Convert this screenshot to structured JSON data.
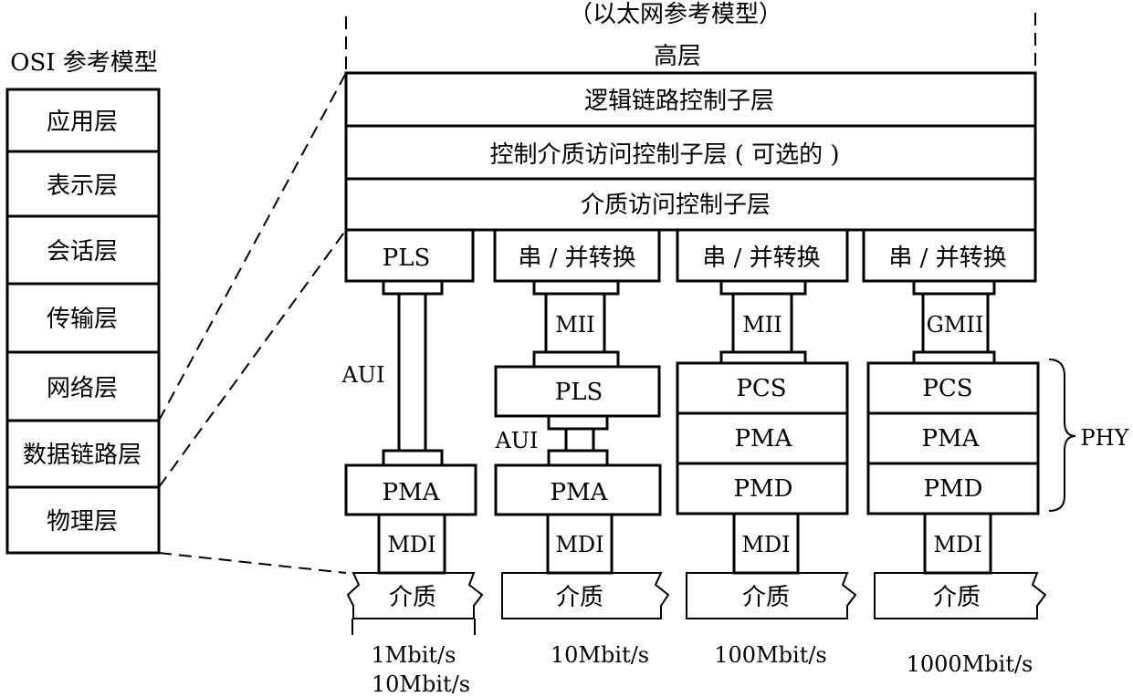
{
  "osi": {
    "title": "OSI 参考模型",
    "layers": [
      "应用层",
      "表示层",
      "会话层",
      "传输层",
      "网络层",
      "数据链路层",
      "物理层"
    ]
  },
  "ethernet": {
    "title": "（以太网参考模型）",
    "upper": "高层",
    "llc": "逻辑链路控制子层",
    "mac_control": "控制介质访问控制子层 ( 可选的 )",
    "mac": "介质访问控制子层"
  },
  "stacks": {
    "s1": {
      "top": "PLS",
      "interface": "AUI",
      "pma": "PMA",
      "mdi": "MDI",
      "medium": "介质",
      "speed1": "1Mbit/s",
      "speed2": "10Mbit/s"
    },
    "s2": {
      "top": "串 / 并转换",
      "interface": "MII",
      "pls": "PLS",
      "aui": "AUI",
      "pma": "PMA",
      "mdi": "MDI",
      "medium": "介质",
      "speed": "10Mbit/s"
    },
    "s3": {
      "top": "串 / 并转换",
      "interface": "MII",
      "pcs": "PCS",
      "pma": "PMA",
      "pmd": "PMD",
      "mdi": "MDI",
      "medium": "介质",
      "speed": "100Mbit/s"
    },
    "s4": {
      "top": "串 / 并转换",
      "interface": "GMII",
      "pcs": "PCS",
      "pma": "PMA",
      "pmd": "PMD",
      "mdi": "MDI",
      "medium": "介质",
      "speed": "1000Mbit/s"
    }
  },
  "phy_label": "PHY"
}
